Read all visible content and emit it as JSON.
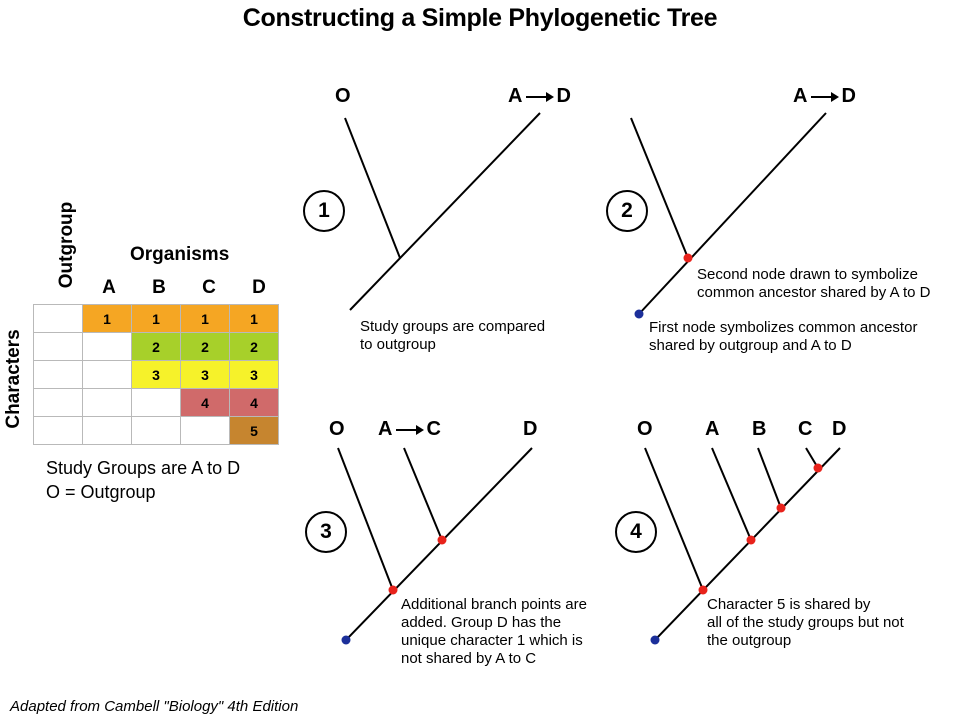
{
  "title": "Constructing a Simple Phylogenetic Tree",
  "matrix": {
    "outgroup_label": "Outgroup",
    "characters_label": "Characters",
    "organisms_label": "Organisms",
    "columns": [
      "A",
      "B",
      "C",
      "D"
    ],
    "rows": [
      [
        {
          "t": "",
          "c": ""
        },
        {
          "t": "1",
          "c": "#f5a623"
        },
        {
          "t": "1",
          "c": "#f5a623"
        },
        {
          "t": "1",
          "c": "#f5a623"
        },
        {
          "t": "1",
          "c": "#f5a623"
        }
      ],
      [
        {
          "t": "",
          "c": ""
        },
        {
          "t": "",
          "c": ""
        },
        {
          "t": "2",
          "c": "#a7d02a"
        },
        {
          "t": "2",
          "c": "#a7d02a"
        },
        {
          "t": "2",
          "c": "#a7d02a"
        }
      ],
      [
        {
          "t": "",
          "c": ""
        },
        {
          "t": "",
          "c": ""
        },
        {
          "t": "3",
          "c": "#f6f22a"
        },
        {
          "t": "3",
          "c": "#f6f22a"
        },
        {
          "t": "3",
          "c": "#f6f22a"
        }
      ],
      [
        {
          "t": "",
          "c": ""
        },
        {
          "t": "",
          "c": ""
        },
        {
          "t": "",
          "c": ""
        },
        {
          "t": "4",
          "c": "#d06a6a"
        },
        {
          "t": "4",
          "c": "#d06a6a"
        }
      ],
      [
        {
          "t": "",
          "c": ""
        },
        {
          "t": "",
          "c": ""
        },
        {
          "t": "",
          "c": ""
        },
        {
          "t": "",
          "c": ""
        },
        {
          "t": "5",
          "c": "#c6852f"
        }
      ]
    ],
    "note_line1": "Study Groups are A to D",
    "note_line2": "O = Outgroup"
  },
  "panels": {
    "p1": {
      "number": "1",
      "label_o": "O",
      "label_a": "A",
      "label_d": "D",
      "caption": [
        "Study groups are compared",
        "to outgroup"
      ]
    },
    "p2": {
      "number": "2",
      "label_a": "A",
      "label_d": "D",
      "caption_node2": [
        "Second node drawn to symbolize",
        "common ancestor shared by A to D"
      ],
      "caption_node1": [
        "First node symbolizes common ancestor",
        "shared by outgroup and A to D"
      ]
    },
    "p3": {
      "number": "3",
      "label_o": "O",
      "label_a": "A",
      "label_c": "C",
      "label_d": "D",
      "caption": [
        "Additional branch points are",
        "added. Group D has the",
        "unique character 1 which is",
        "not shared by A to C"
      ]
    },
    "p4": {
      "number": "4",
      "label_o": "O",
      "label_a": "A",
      "label_b": "B",
      "label_c": "C",
      "label_d": "D",
      "caption": [
        "Character 5 is shared by",
        "all of the study groups but not",
        "the outgroup"
      ]
    }
  },
  "colors": {
    "node_red": "#e8221b",
    "node_blue": "#1c2f9a"
  },
  "credit": "Adapted from Cambell \"Biology\" 4th Edition"
}
